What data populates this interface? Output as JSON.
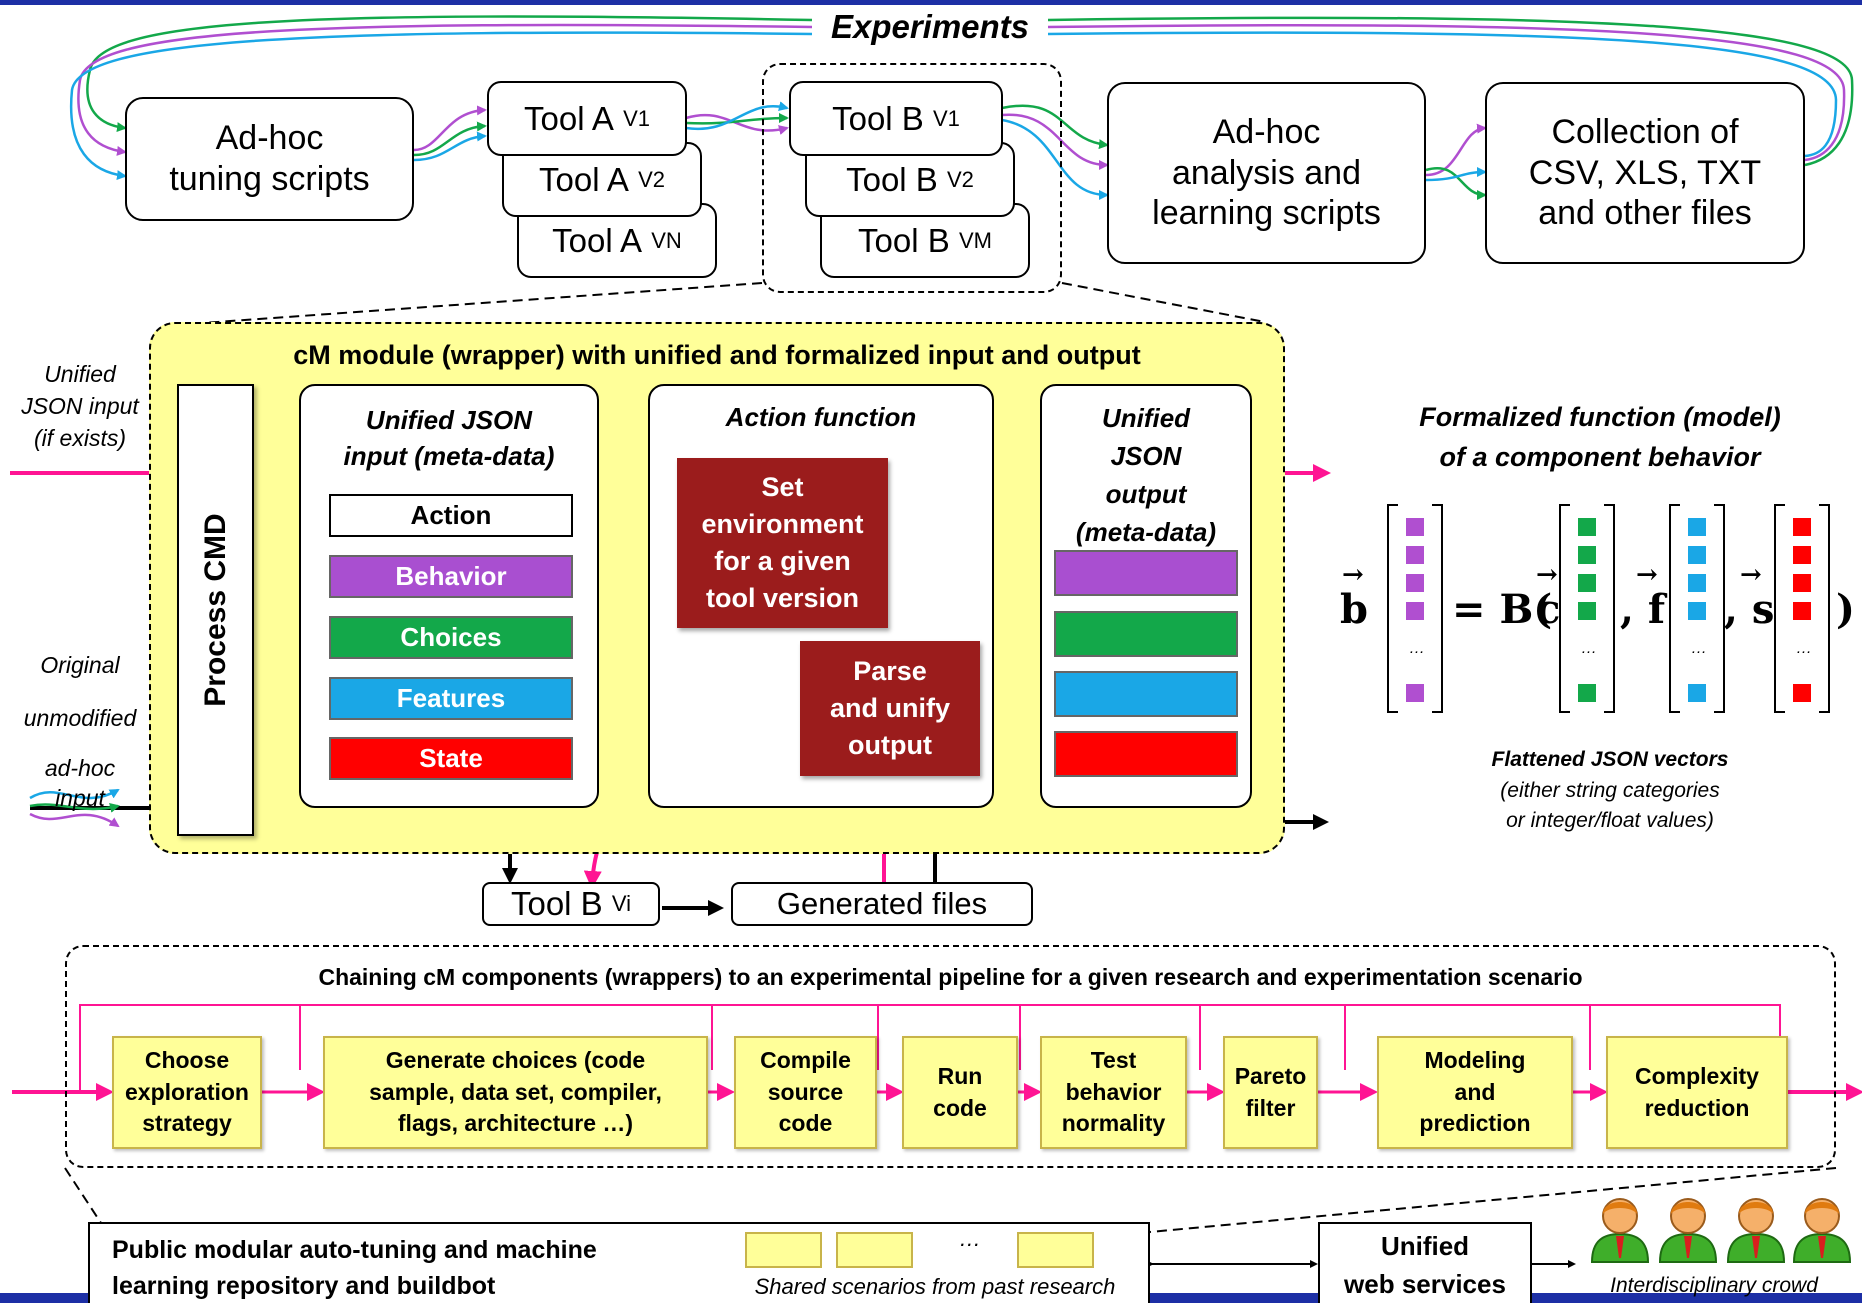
{
  "colors": {
    "magenta": "#ff1493",
    "purple": "#b04fd0",
    "green": "#13a84a",
    "cyan": "#1aa7e6",
    "red": "#ff0000",
    "yellow_bg": "#ffff99",
    "dark_red": "#9b1c1c",
    "top_border": "#1d2fa5"
  },
  "experiments": {
    "title": "Experiments",
    "adhoc_tuning": "Ad-hoc\ntuning scripts",
    "tools_a": [
      {
        "base": "Tool A",
        "sub": "V1"
      },
      {
        "base": "Tool A",
        "sub": "V2"
      },
      {
        "base": "Tool A",
        "sub": "VN"
      }
    ],
    "tools_b": [
      {
        "base": "Tool B",
        "sub": "V1"
      },
      {
        "base": "Tool B",
        "sub": "V2"
      },
      {
        "base": "Tool B",
        "sub": "VM"
      }
    ],
    "adhoc_analysis": "Ad-hoc\nanalysis and\nlearning scripts",
    "collection": "Collection of\nCSV, XLS, TXT\nand other files"
  },
  "module": {
    "title": "cM module (wrapper) with unified and formalized input and output",
    "unified_input_label": "Unified\nJSON input\n(if exists)",
    "original_input_label": [
      "Original",
      "unmodified",
      "ad-hoc",
      "input"
    ],
    "process_cmd": "Process CMD",
    "input_panel_title": "Unified JSON\ninput  (meta-data)",
    "input_bars": [
      "Action",
      "Behavior",
      "Choices",
      "Features",
      "State"
    ],
    "action_title": "Action function",
    "set_env": "Set\nenvironment\nfor a given\ntool version",
    "parse": "Parse\nand unify\noutput",
    "output_title": "Unified\nJSON\noutput\n(meta-data)",
    "tool_bvi": {
      "base": "Tool B",
      "sub": "Vi"
    },
    "generated_files": "Generated files"
  },
  "formal": {
    "title": "Formalized function (model)\nof a component behavior",
    "b": "b",
    "eq": "= B(",
    "c": "c",
    "f": ", f",
    "s": ", s",
    "close": ")",
    "ellipsis": "…",
    "caption": "Flattened JSON vectors",
    "caption_sub": "(either string categories\nor  integer/float values)"
  },
  "pipeline": {
    "title": "Chaining cM components (wrappers) to an experimental pipeline for a given research and experimentation scenario",
    "stages": [
      "Choose\nexploration\nstrategy",
      "Generate choices (code\nsample, data set, compiler,\nflags, architecture …)",
      "Compile\nsource\ncode",
      "Run\ncode",
      "Test\nbehavior\nnormality",
      "Pareto\nfilter",
      "Modeling\nand\nprediction",
      "Complexity\nreduction"
    ]
  },
  "bottom": {
    "repo": "Public modular auto-tuning and machine\nlearning repository and buildbot",
    "ellipsis": "…",
    "shared": "Shared scenarios from past research",
    "web": "Unified\nweb services",
    "crowd": "Interdisciplinary crowd"
  }
}
